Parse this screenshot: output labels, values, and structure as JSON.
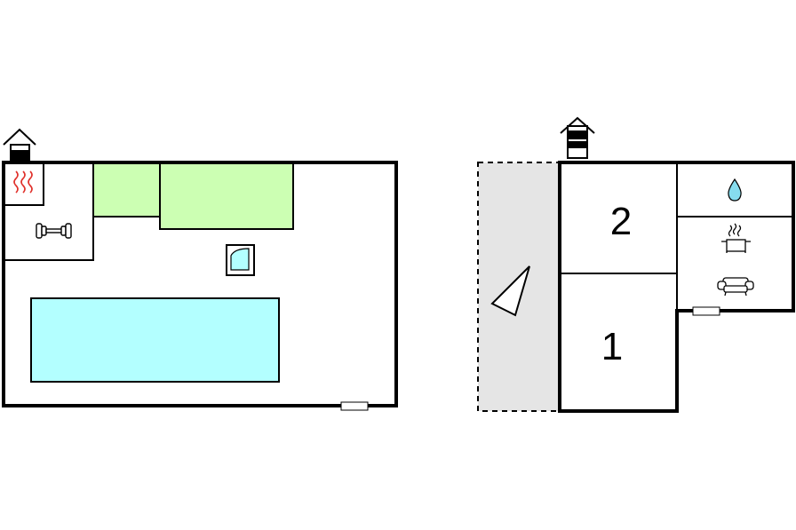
{
  "floors": [
    {
      "name": "",
      "rooms": [
        {
          "type": "sauna",
          "icon": "sauna-icon"
        },
        {
          "type": "fitness",
          "icon": "dumbbell-icon"
        },
        {
          "type": "lawn"
        },
        {
          "type": "lawn"
        },
        {
          "type": "shower",
          "icon": "shower-icon"
        },
        {
          "type": "pool"
        }
      ],
      "marker": "house-level-icon"
    },
    {
      "name": "",
      "rooms": [
        {
          "type": "bedroom",
          "label": "2"
        },
        {
          "type": "bedroom",
          "label": "1"
        },
        {
          "type": "bathroom",
          "icon": "water-drop-icon"
        },
        {
          "type": "kitchen",
          "icon": "cooking-pot-icon"
        },
        {
          "type": "living",
          "icon": "sofa-icon"
        },
        {
          "type": "terrace",
          "icon": "sun-lounger-icon"
        }
      ],
      "marker": "house-level-icon"
    }
  ],
  "colors": {
    "wall": "#000000",
    "pool": "#b3ffff",
    "lawn": "#ccffb3",
    "terrace": "#e5e5e5",
    "sauna_heat": "#e0302a",
    "shower": "#b3ffff",
    "drop": "#86dcee"
  }
}
